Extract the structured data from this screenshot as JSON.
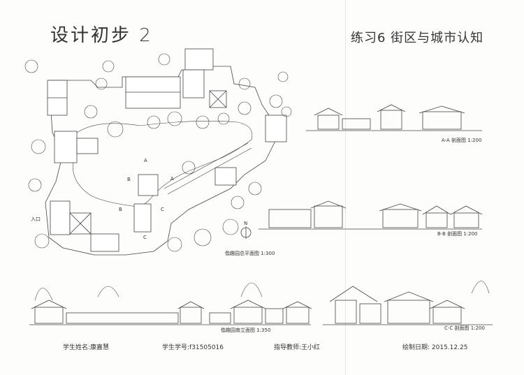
{
  "title_left": "设计初步 2",
  "title_right": "练习6 街区与城市认知",
  "plan": {
    "caption": "偕趣园总平面图 1:300",
    "entrance": "入口",
    "section_marks": [
      "A",
      "A",
      "B",
      "B",
      "C",
      "C"
    ],
    "north": "N"
  },
  "sections": {
    "aa": "A-A 剖面图 1:200",
    "bb": "B-B 剖面图 1:200",
    "cc": "C-C 剖面图 1:200"
  },
  "elevation_caption": "偕趣园南立面图 1:350",
  "footer": {
    "student_name": "学生姓名:康嘉慧",
    "student_id": "学生学号:f31505016",
    "teacher": "指导教师:王小红",
    "date": "绘制日期: 2015.12.25"
  },
  "colors": {
    "ink": "#333333",
    "paper": "#fdfdfc",
    "fold": "#e6e6e6"
  }
}
